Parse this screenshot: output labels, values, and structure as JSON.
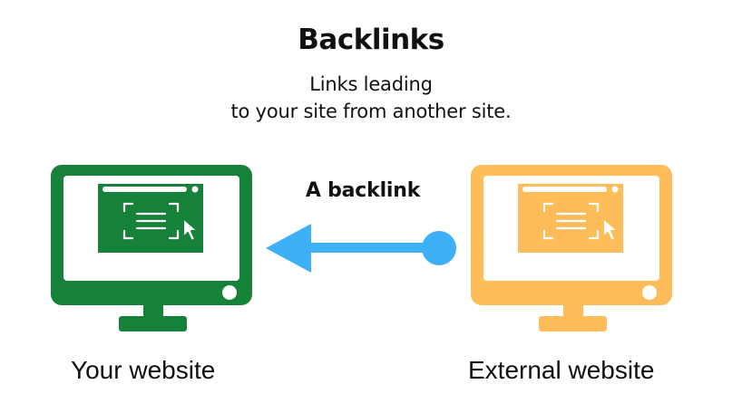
{
  "title": "Backlinks",
  "subtitle": {
    "line1": "Links leading",
    "line2": "to your site from another site."
  },
  "arrow_label": "A backlink",
  "left_computer": {
    "caption": "Your website",
    "color": "#168139"
  },
  "right_computer": {
    "caption": "External website",
    "color": "#FFBD5A"
  },
  "arrow_color": "#3EB0F7",
  "icons": [
    "monitor-icon",
    "browser-window-icon",
    "scan-text-icon",
    "cursor-icon"
  ]
}
